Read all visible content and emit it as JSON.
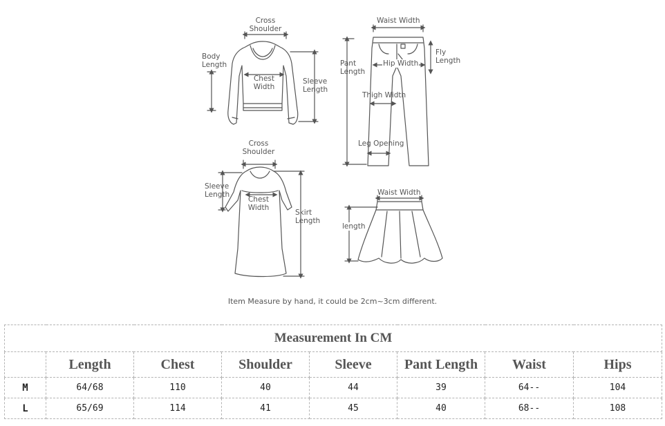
{
  "diagram": {
    "sweater": {
      "cross_shoulder": "Cross\nShoulder",
      "body_length": "Body\nLength",
      "chest_width": "Chest\nWidth",
      "sleeve_length": "Sleeve\nLength"
    },
    "pants": {
      "waist_width": "Waist Width",
      "pant_length": "Pant\nLength",
      "hip_width": "Hip Width",
      "fly_length": "Fly\nLength",
      "thigh_width": "Thigh Width",
      "leg_opening": "Leg Opening"
    },
    "dress": {
      "cross_shoulder": "Cross\nShoulder",
      "sleeve_length": "Sleeve\nLength",
      "chest_width": "Chest\nWidth",
      "skirt_length": "Skirt\nLength"
    },
    "skirt": {
      "waist_width": "Waist Width",
      "length": "length"
    },
    "note": "Item Measure by hand, it could be 2cm~3cm different."
  },
  "table": {
    "caption": "Measurement In CM",
    "headers": [
      "",
      "Length",
      "Chest",
      "Shoulder",
      "Sleeve",
      "Pant Length",
      "Waist",
      "Hips"
    ],
    "rows": [
      {
        "size": "M",
        "values": [
          "64/68",
          "110",
          "40",
          "44",
          "39",
          "64--",
          "104"
        ]
      },
      {
        "size": "L",
        "values": [
          "65/69",
          "114",
          "41",
          "45",
          "40",
          "68--",
          "108"
        ]
      }
    ]
  }
}
